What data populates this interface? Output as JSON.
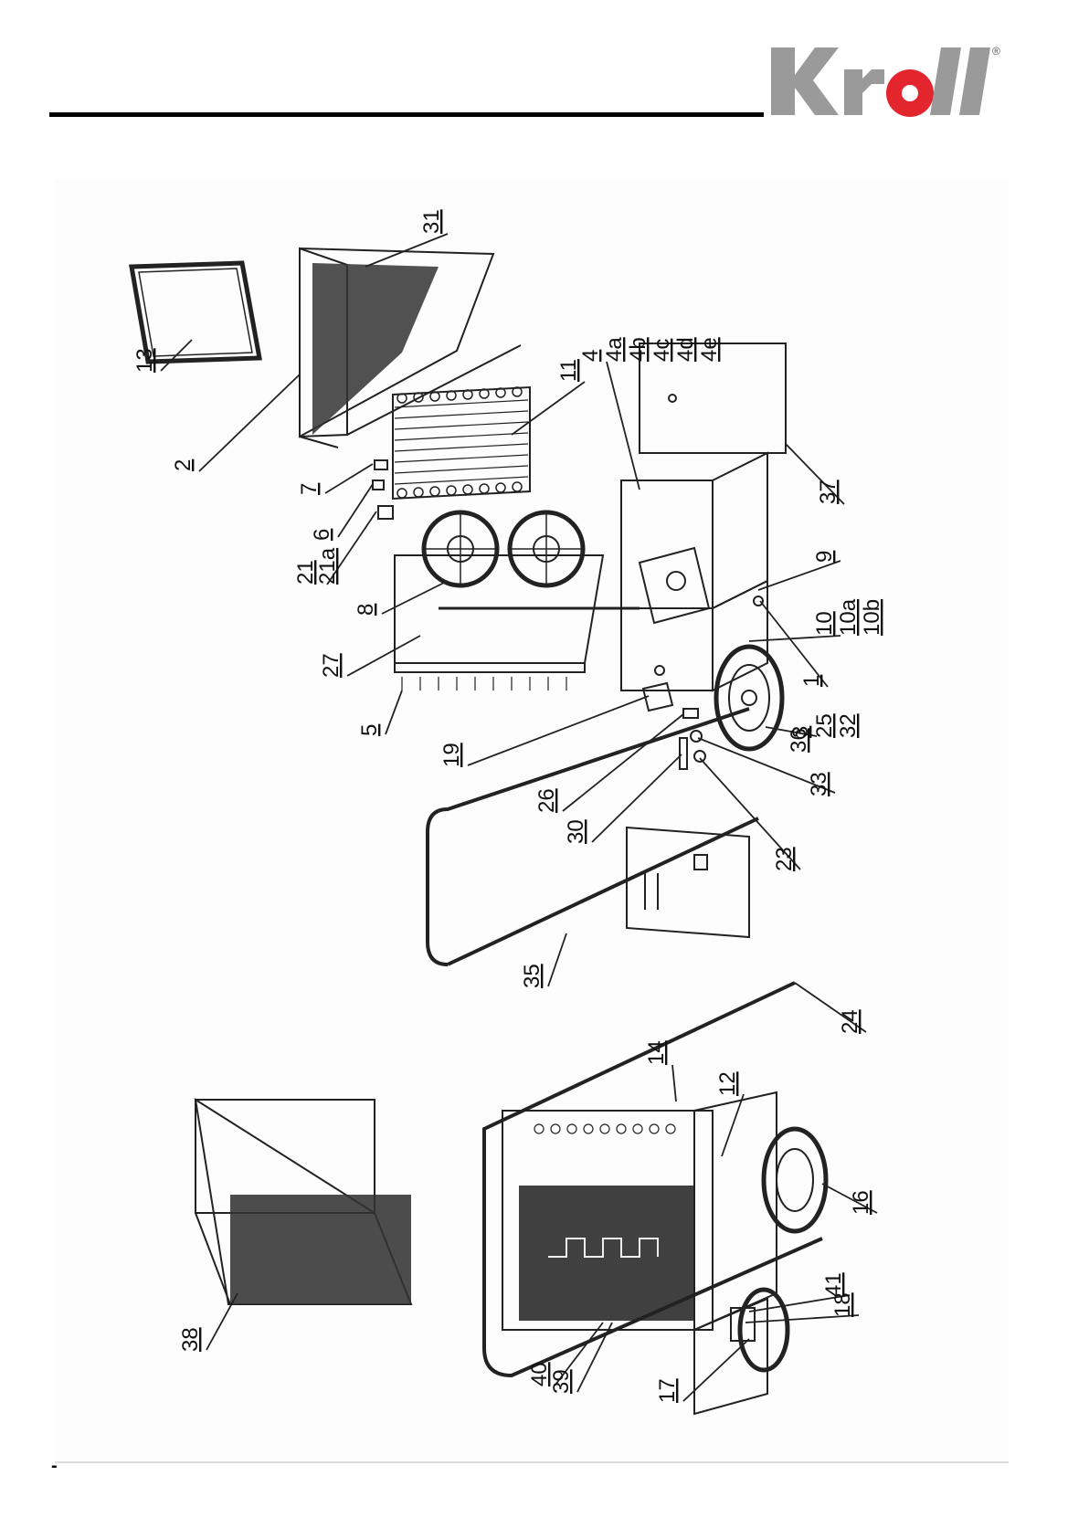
{
  "logo": {
    "brand": "Kroll",
    "registered_mark": "®",
    "brand_colors": {
      "gray": "#9a9a9a",
      "red": "#e3262e"
    }
  },
  "footer": {
    "mark": "-"
  },
  "diagram": {
    "callouts": [
      {
        "id": "c2",
        "label": "2"
      },
      {
        "id": "c13",
        "label": "13"
      },
      {
        "id": "c31",
        "label": "31"
      },
      {
        "id": "c11",
        "label": "11"
      },
      {
        "id": "c7",
        "label": "7"
      },
      {
        "id": "c6",
        "label": "6"
      },
      {
        "id": "c21",
        "label": "21"
      },
      {
        "id": "c21a",
        "label": "21a"
      },
      {
        "id": "c8",
        "label": "8"
      },
      {
        "id": "c27",
        "label": "27"
      },
      {
        "id": "c5",
        "label": "5"
      },
      {
        "id": "c4",
        "label": "4"
      },
      {
        "id": "c4a",
        "label": "4a"
      },
      {
        "id": "c4b",
        "label": "4b"
      },
      {
        "id": "c4c",
        "label": "4c"
      },
      {
        "id": "c4d",
        "label": "4d"
      },
      {
        "id": "c4e",
        "label": "4e"
      },
      {
        "id": "c37",
        "label": "37"
      },
      {
        "id": "c9",
        "label": "9"
      },
      {
        "id": "c10",
        "label": "10"
      },
      {
        "id": "c10a",
        "label": "10a"
      },
      {
        "id": "c10b",
        "label": "10b"
      },
      {
        "id": "c1",
        "label": "1"
      },
      {
        "id": "c36",
        "label": "36"
      },
      {
        "id": "c19",
        "label": "19"
      },
      {
        "id": "c3",
        "label": "3"
      },
      {
        "id": "c25",
        "label": "25"
      },
      {
        "id": "c32",
        "label": "32"
      },
      {
        "id": "c26",
        "label": "26"
      },
      {
        "id": "c33",
        "label": "33"
      },
      {
        "id": "c30",
        "label": "30"
      },
      {
        "id": "c23",
        "label": "23"
      },
      {
        "id": "c35",
        "label": "35"
      },
      {
        "id": "c24",
        "label": "24"
      },
      {
        "id": "c14",
        "label": "14"
      },
      {
        "id": "c12",
        "label": "12"
      },
      {
        "id": "c16",
        "label": "16"
      },
      {
        "id": "c41",
        "label": "41"
      },
      {
        "id": "c18",
        "label": "18"
      },
      {
        "id": "c17",
        "label": "17"
      },
      {
        "id": "c39",
        "label": "39"
      },
      {
        "id": "c40",
        "label": "40"
      },
      {
        "id": "c38",
        "label": "38"
      }
    ]
  }
}
